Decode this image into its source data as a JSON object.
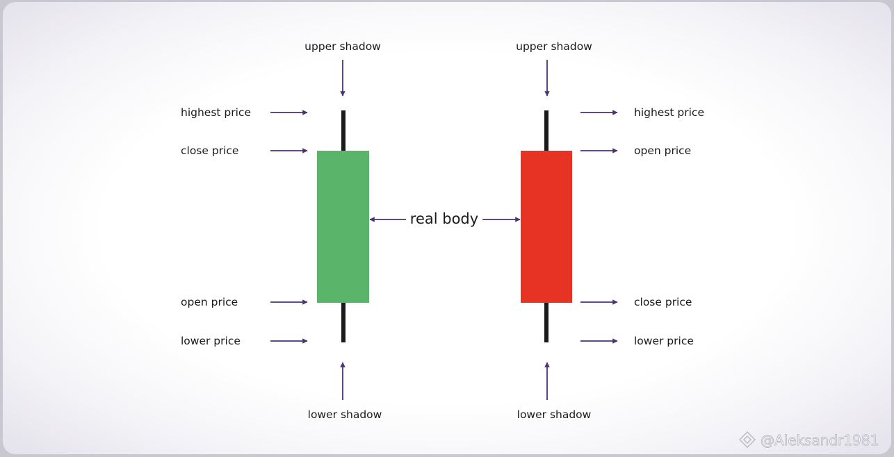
{
  "colors": {
    "arrow": "#4a3373",
    "wick": "#1b1b1b",
    "bullish_body": "#5ab56b",
    "bearish_body": "#e63323"
  },
  "labels": {
    "left_upper_shadow": "upper shadow",
    "right_upper_shadow": "upper shadow",
    "left_highest": "highest price",
    "left_close": "close price",
    "left_open": "open price",
    "left_lower": "lower price",
    "right_highest": "highest price",
    "right_open": "open price",
    "right_close": "close price",
    "right_lower": "lower price",
    "real_body": "real body",
    "left_lower_shadow": "lower shadow",
    "right_lower_shadow": "lower shadow"
  },
  "watermark": {
    "text": "@Aleksandr1981",
    "logo_icon": "binance-diamond-icon"
  }
}
